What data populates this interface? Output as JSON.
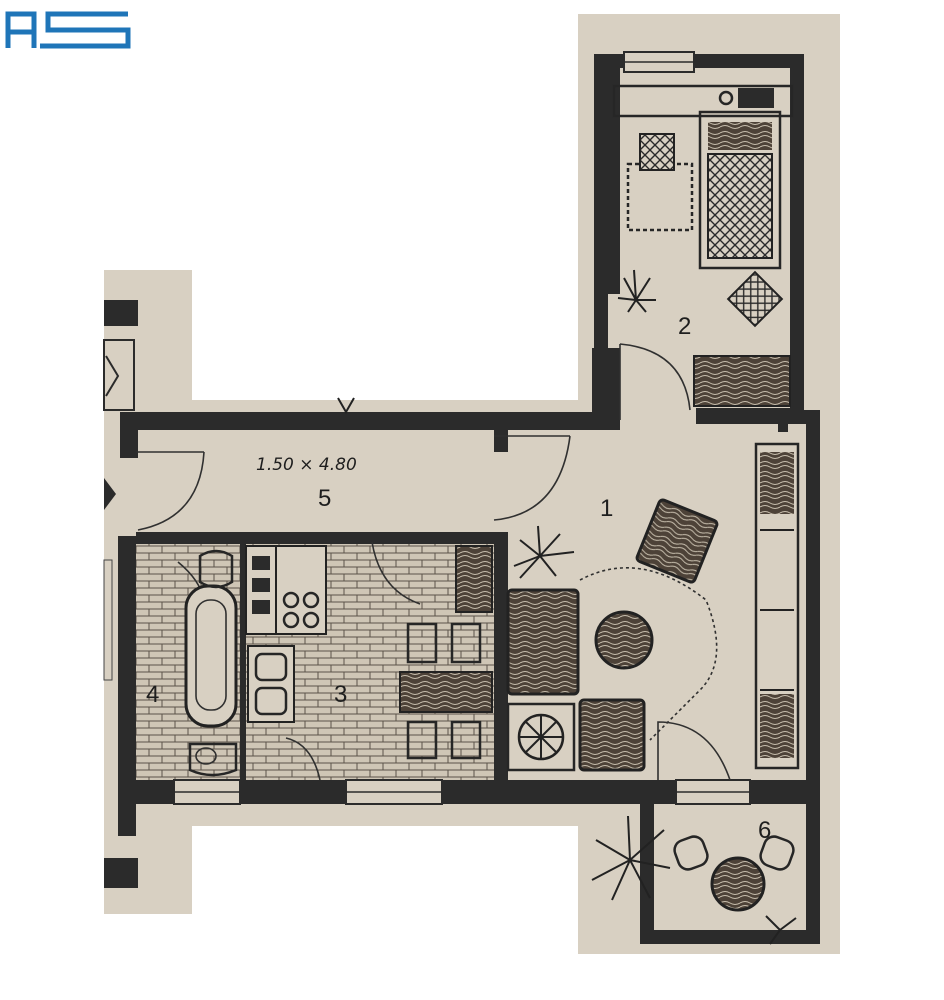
{
  "logo": {
    "text": "AS",
    "color": "#1f75b8"
  },
  "colors": {
    "paper": "#d8d0c2",
    "wall": "#2b2b2b",
    "ink": "#1e1e1e"
  },
  "rooms": [
    {
      "number": "1"
    },
    {
      "number": "2"
    },
    {
      "number": "3"
    },
    {
      "number": "4"
    },
    {
      "number": "5"
    },
    {
      "number": "6"
    }
  ],
  "dimension_note": "1.50 × 4.80"
}
